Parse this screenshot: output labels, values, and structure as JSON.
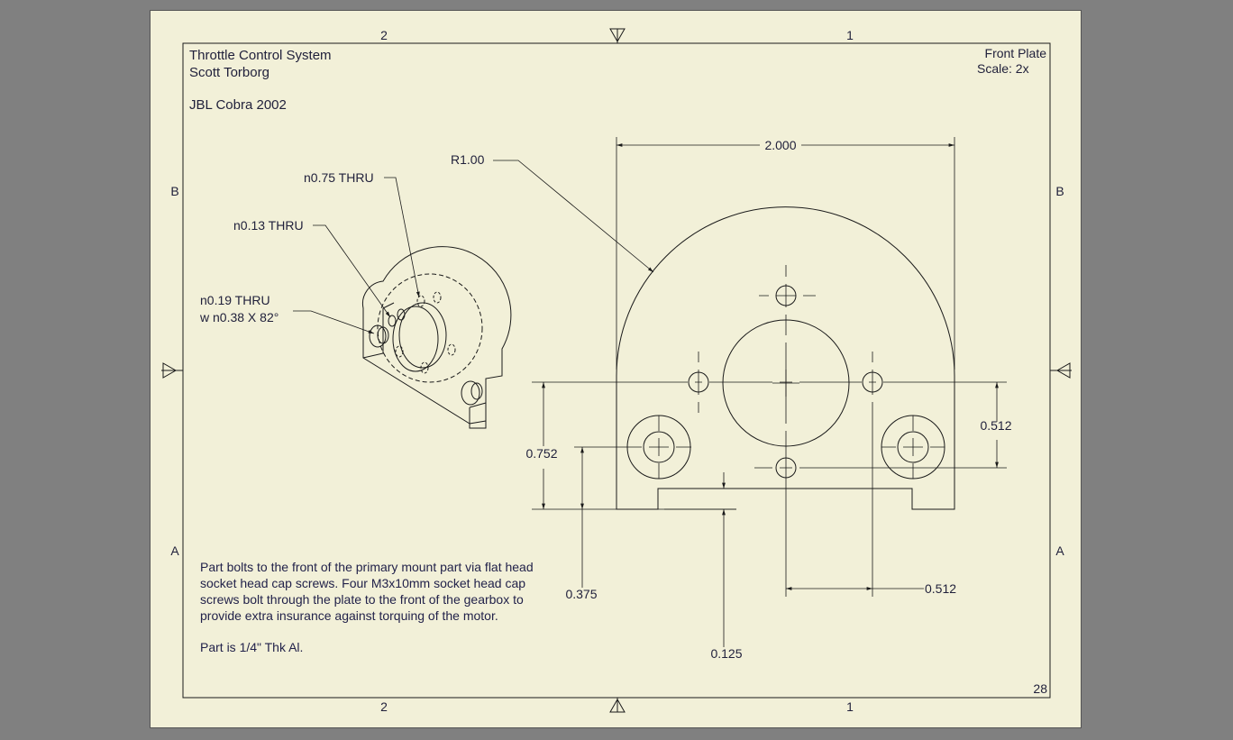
{
  "title_block": {
    "project": "Throttle Control System",
    "author": "Scott Torborg",
    "team": "JBL Cobra 2002",
    "part_name": "Front Plate",
    "scale": "Scale: 2x",
    "sheet_number": "28"
  },
  "zones": {
    "top_left": "2",
    "top_right": "1",
    "bottom_left": "2",
    "bottom_right": "1",
    "left_upper": "B",
    "left_lower": "A",
    "right_upper": "B",
    "right_lower": "A"
  },
  "callouts": {
    "hole_075": "n0.75 THRU",
    "hole_013": "n0.13 THRU",
    "hole_019_line1": "n0.19 THRU",
    "hole_019_line2": "w n0.38 X 82°",
    "radius": "R1.00"
  },
  "dimensions": {
    "overall_width": "2.000",
    "height_752": "0.752",
    "height_512": "0.512",
    "offset_375": "0.375",
    "spacing_512": "0.512",
    "notch_125": "0.125"
  },
  "notes": {
    "description": "Part bolts to the front of the primary mount part via flat head socket head cap screws. Four M3x10mm socket head cap screws bolt through the plate to the front of the gearbox to provide extra insurance against torquing of the motor.",
    "material": "Part is 1/4\" Thk Al."
  },
  "colors": {
    "paper": "#f2f0d8",
    "line": "#1a1a1a",
    "text": "#1f1f3a",
    "background": "#808080"
  }
}
